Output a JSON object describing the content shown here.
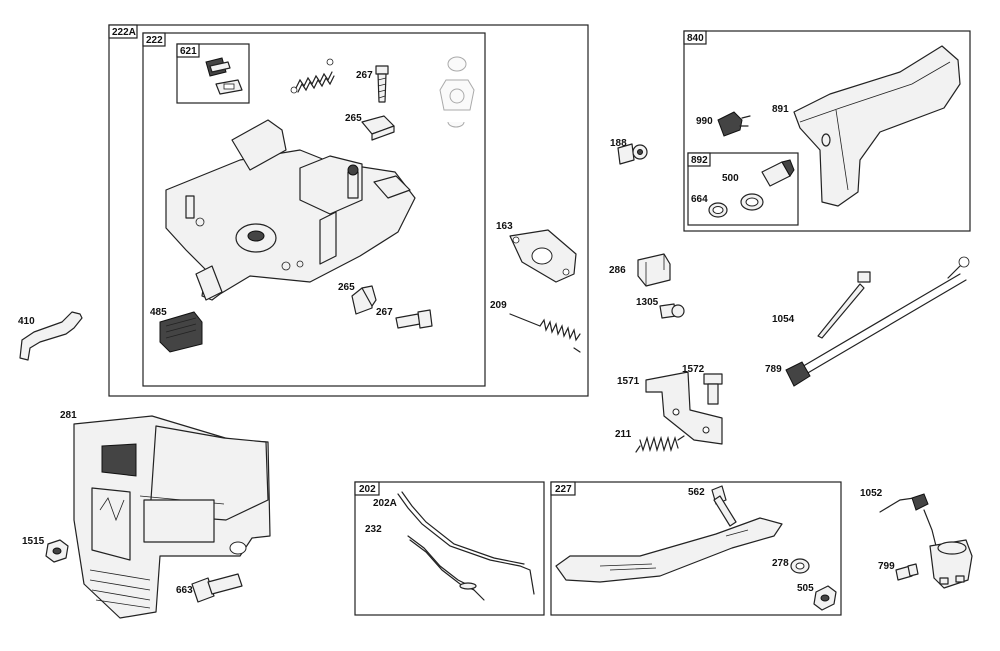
{
  "group_boxes": {
    "g222A": "222A",
    "g222": "222",
    "g621": "621",
    "g840": "840",
    "g892": "892",
    "g202": "202",
    "g227": "227"
  },
  "labels": {
    "p267a": "267",
    "p265a": "265",
    "p485": "485",
    "p265b": "265",
    "p267b": "267",
    "p410": "410",
    "p188": "188",
    "p163": "163",
    "p209": "209",
    "p286": "286",
    "p1305": "1305",
    "p1571": "1571",
    "p1572": "1572",
    "p211": "211",
    "p990": "990",
    "p891": "891",
    "p500": "500",
    "p664": "664",
    "p1054": "1054",
    "p789": "789",
    "p281": "281",
    "p1515": "1515",
    "p663": "663",
    "p202A": "202A",
    "p232": "232",
    "p562": "562",
    "p278": "278",
    "p505": "505",
    "p1052": "1052",
    "p799": "799"
  },
  "icons": [
    "spring-icon",
    "screw-icon",
    "clip-icon",
    "bracket-icon",
    "connector-icon",
    "cable-tie-icon",
    "wire-harness-icon",
    "shroud-icon",
    "lever-icon",
    "solenoid-icon"
  ]
}
